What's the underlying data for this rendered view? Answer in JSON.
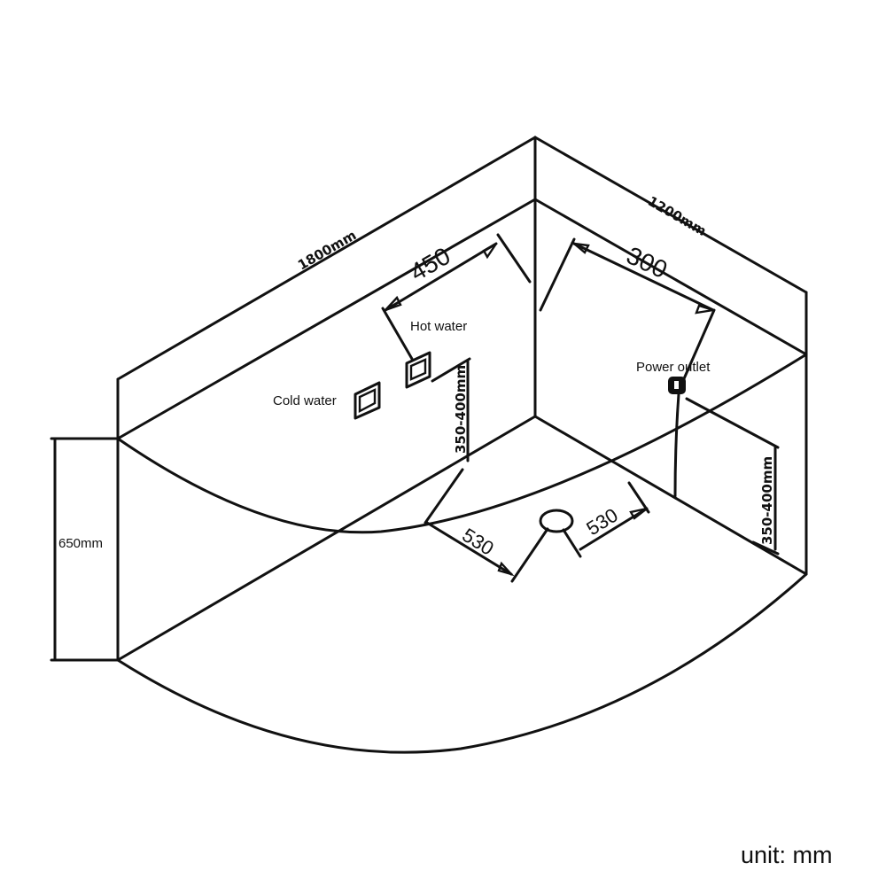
{
  "diagram": {
    "dimensions": {
      "length": "1800mm",
      "width": "1200mm",
      "height": "650mm",
      "hot_water_offset": "450",
      "power_offset": "300",
      "pipe_height_left": "350-400mm",
      "pipe_height_right": "350-400mm",
      "drain_left": "530",
      "drain_right": "530"
    },
    "labels": {
      "hot_water": "Hot water",
      "cold_water": "Cold water",
      "power_outlet": "Power outlet"
    },
    "unit_note": "unit: mm"
  }
}
